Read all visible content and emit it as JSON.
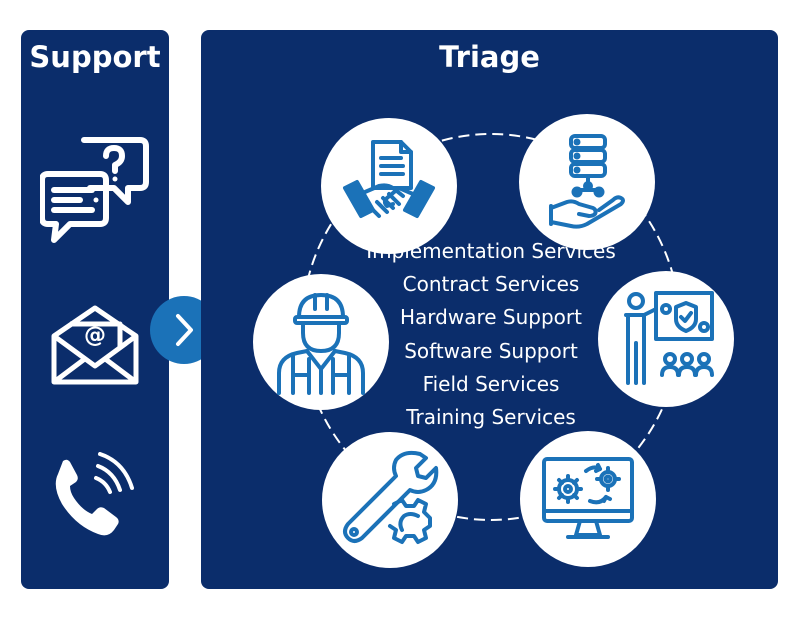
{
  "support": {
    "title": "Support",
    "channels": [
      {
        "icon": "chat-question-icon"
      },
      {
        "icon": "email-icon"
      },
      {
        "icon": "phone-icon"
      }
    ]
  },
  "connector": {
    "icon": "chevron-right-icon"
  },
  "triage": {
    "title": "Triage",
    "services": [
      "Implementation Services",
      "Contract Services",
      "Hardware Support",
      "Software Support",
      "Field Services",
      "Training Services"
    ],
    "nodes": [
      {
        "icon": "handshake-contract-icon"
      },
      {
        "icon": "database-hand-icon"
      },
      {
        "icon": "trainer-presentation-icon"
      },
      {
        "icon": "software-gears-monitor-icon"
      },
      {
        "icon": "wrench-gear-icon"
      },
      {
        "icon": "field-worker-icon"
      }
    ]
  },
  "colors": {
    "panel": "#0b2d6b",
    "accent": "#1b72b8",
    "icon_stroke": "#1b72b8",
    "text": "#ffffff"
  }
}
